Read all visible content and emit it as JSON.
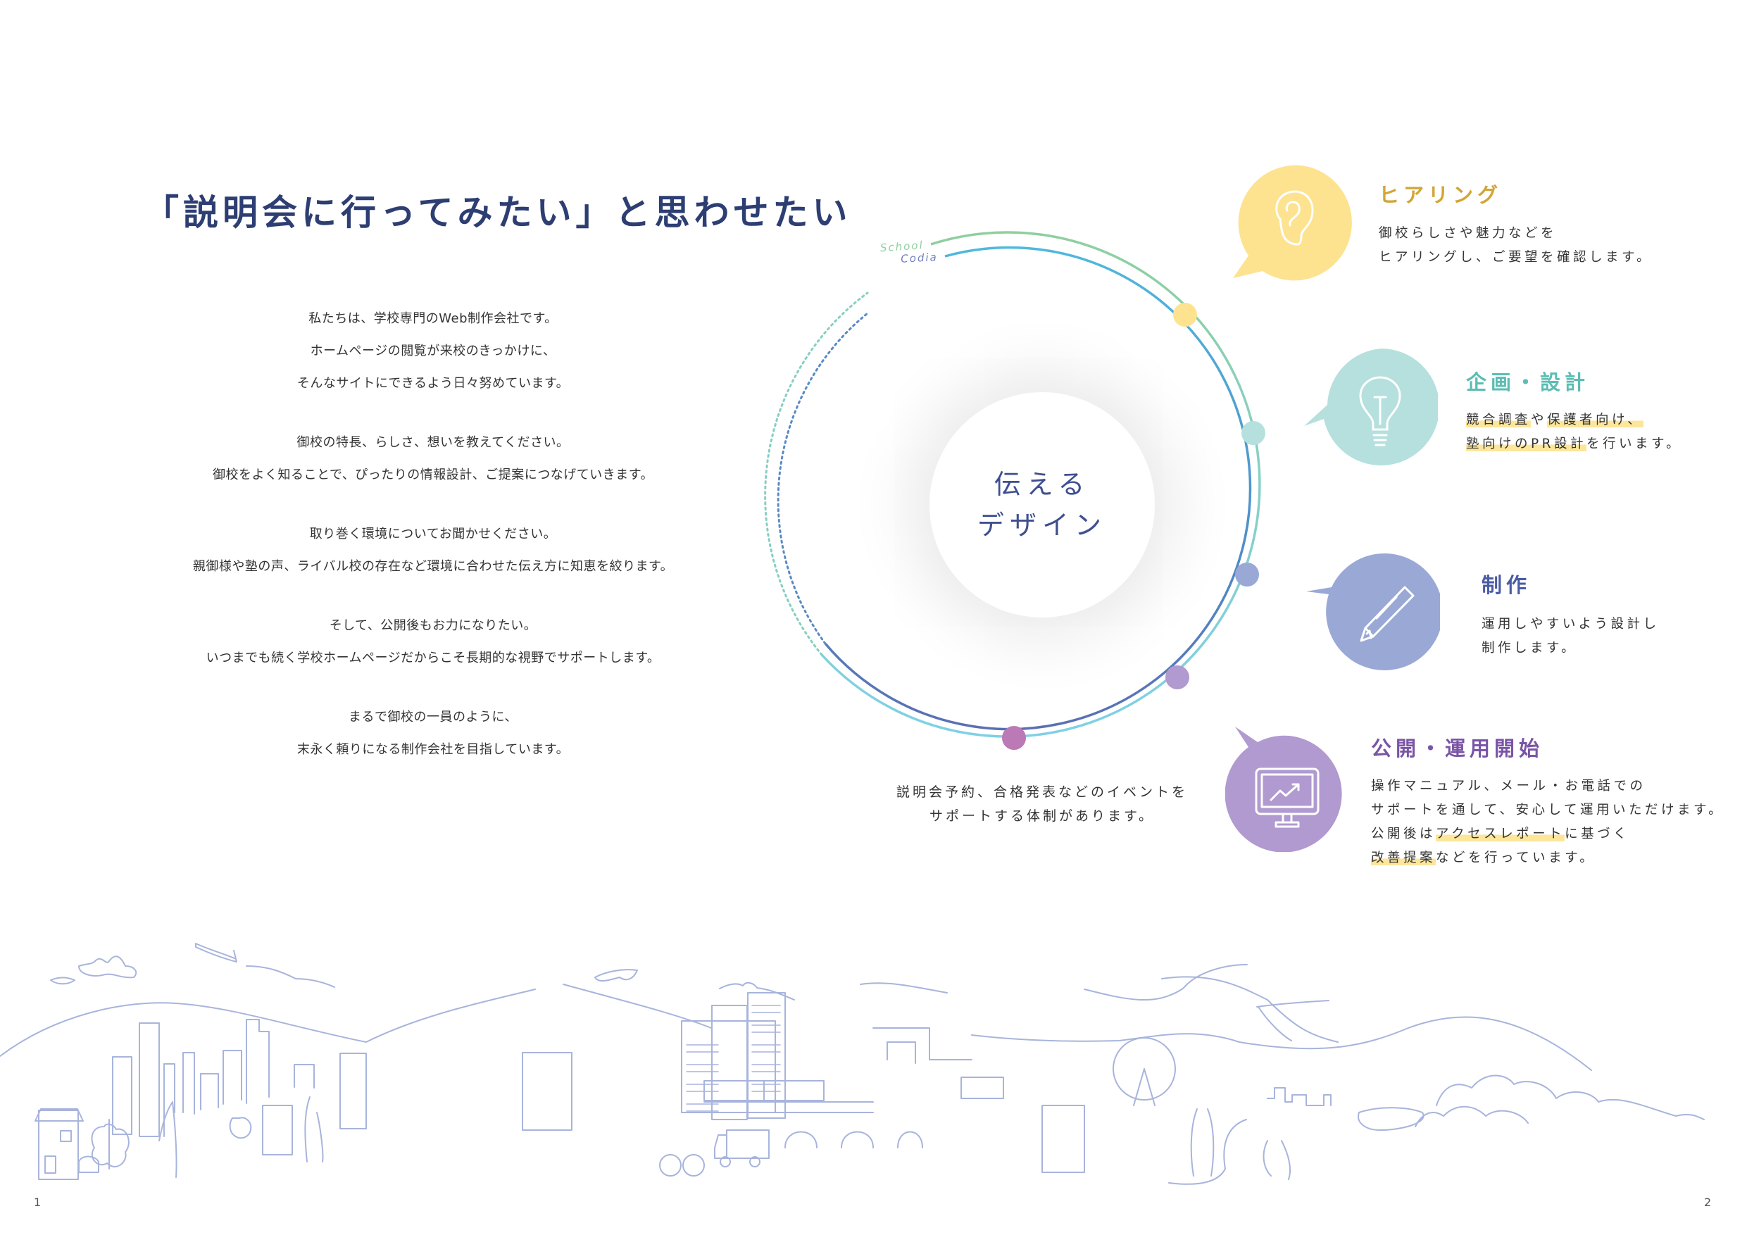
{
  "headline": "「説明会に行ってみたい」と思わせたい",
  "intro": {
    "paragraphs": [
      [
        "私たちは、学校専門のWeb制作会社です。",
        "ホームページの閲覧が来校のきっかけに、",
        "そんなサイトにできるよう日々努めています。"
      ],
      [
        "御校の特長、らしさ、想いを教えてください。",
        "御校をよく知ることで、ぴったりの情報設計、ご提案につなげていきます。"
      ],
      [
        "取り巻く環境についてお聞かせください。",
        "親御様や塾の声、ライバル校の存在など環境に合わせた伝え方に知恵を絞ります。"
      ],
      [
        "そして、公開後もお力になりたい。",
        "いつまでも続く学校ホームページだからこそ長期的な視野でサポートします。"
      ],
      [
        "まるで御校の一員のように、",
        "末永く頼りになる制作会社を目指しています。"
      ]
    ]
  },
  "diagram": {
    "center_label": [
      "伝える",
      "デザイン"
    ],
    "ring_labels": {
      "outer": "School",
      "inner": "Codia"
    },
    "event_note": [
      "説明会予約、合格発表などのイベントを",
      "サポートする体制があります。"
    ],
    "colors": {
      "ring_outer_start": "#8fcf9e",
      "ring_outer_end": "#7fd0e0",
      "ring_inner_start": "#4fb8dc",
      "ring_inner_end": "#5a73b5",
      "dot_yellow": "#fde38f",
      "dot_teal": "#b5e0de",
      "dot_periwinkle": "#9aa8d6",
      "dot_lavender": "#b09ad0",
      "dot_magenta": "#bb79b5"
    }
  },
  "steps": [
    {
      "title": "ヒアリング",
      "icon": "ear-icon",
      "color": "#d2a636",
      "bubble": "#fde38f",
      "lines": [
        [
          {
            "t": "御校らしさや魅力などを",
            "hl": false
          }
        ],
        [
          {
            "t": "ヒアリングし、ご要望を確認します。",
            "hl": false
          }
        ]
      ]
    },
    {
      "title": "企画・設計",
      "icon": "lightbulb-icon",
      "color": "#5bbdb3",
      "bubble": "#b5e0de",
      "lines": [
        [
          {
            "t": "競合調査",
            "hl": true
          },
          {
            "t": "や",
            "hl": false
          },
          {
            "t": "保護者向け、",
            "hl": true
          }
        ],
        [
          {
            "t": "塾向けのPR設計",
            "hl": true
          },
          {
            "t": "を行います。",
            "hl": false
          }
        ]
      ]
    },
    {
      "title": "制作",
      "icon": "pencil-icon",
      "color": "#4a5ba3",
      "bubble": "#9aa8d6",
      "lines": [
        [
          {
            "t": "運用しやすいよう設計し",
            "hl": false
          }
        ],
        [
          {
            "t": "制作します。",
            "hl": false
          }
        ]
      ]
    },
    {
      "title": "公開・運用開始",
      "icon": "monitor-chart-icon",
      "color": "#7a55a6",
      "bubble": "#b09ad0",
      "lines": [
        [
          {
            "t": "操作マニュアル、メール・お電話での",
            "hl": false
          }
        ],
        [
          {
            "t": "サポートを通して、安心して運用いただけます。",
            "hl": false
          }
        ],
        [
          {
            "t": "公開後は",
            "hl": false
          },
          {
            "t": "アクセスレポート",
            "hl": true
          },
          {
            "t": "に基づく",
            "hl": false
          }
        ],
        [
          {
            "t": "改善提案",
            "hl": true
          },
          {
            "t": "などを行っています。",
            "hl": false
          }
        ]
      ]
    }
  ],
  "footer": {
    "illustration": "cityscape-line-illustration",
    "page_left": "1",
    "page_right": "2"
  }
}
